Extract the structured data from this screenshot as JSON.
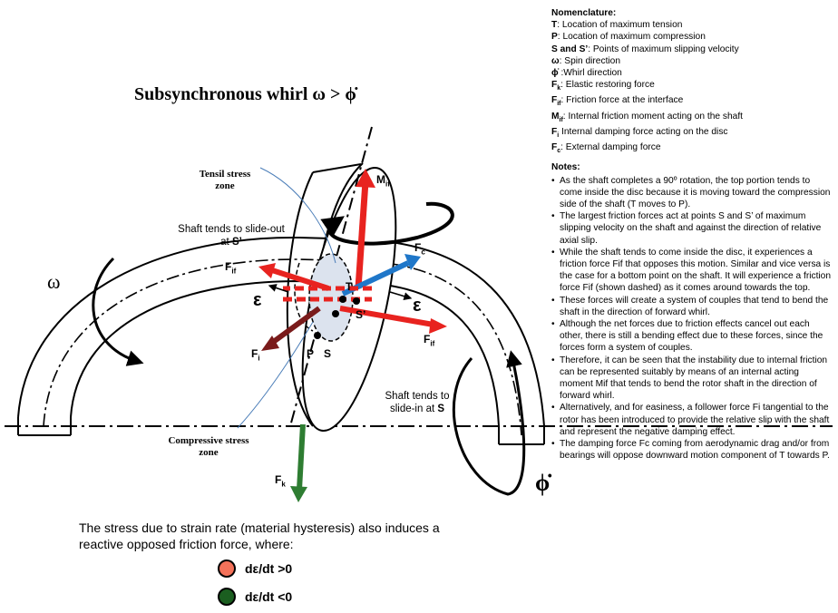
{
  "title": "Subsynchronous whirl ω > ϕ̇",
  "nomenclature": {
    "heading": "Nomenclature:",
    "items": [
      {
        "sym": "T",
        "desc": ": Location of maximum tension"
      },
      {
        "sym": "P",
        "desc": ": Location of maximum compression"
      },
      {
        "sym": "S and S’",
        "desc": ": Points of maximum slipping velocity"
      },
      {
        "sym": "ω",
        "desc": ": Spin direction"
      },
      {
        "sym": "ϕ̇",
        "desc": " :Whirl direction"
      },
      {
        "sym": "Fk",
        "desc": ": Elastic restoring force"
      },
      {
        "sym": "Fif",
        "desc": ": Friction force at the interface"
      },
      {
        "sym": "Mif",
        "desc": ": Internal friction moment acting on the shaft"
      },
      {
        "sym": "Fi",
        "desc": " Internal damping force acting on the disc"
      },
      {
        "sym": "Fc",
        "desc": ": External damping force"
      }
    ]
  },
  "notes": {
    "heading": "Notes:",
    "items": [
      "As the shaft completes a 90º rotation, the top portion tends to come inside the disc because it is moving toward the compression side of the shaft (T moves to P).",
      "The largest friction forces act at points S and S’ of maximum slipping velocity on the shaft and against the direction of relative axial slip.",
      "While the shaft tends to come inside the disc, it experiences a friction force Fif that opposes this motion. Similar and vice versa is the case for a bottom point on the shaft. It will experience a friction force Fif (shown dashed) as it comes around towards the top.",
      "These forces will create a system of couples that tend to bend the shaft in the direction of forward whirl.",
      "Although the net forces due to friction effects cancel out each other, there is still a bending effect due to these forces, since the forces form a system of couples.",
      "Therefore, it can be seen that the instability due to internal friction can be represented suitably by means of an internal acting moment Mif that tends to bend the rotor shaft in the direction of forward whirl.",
      "Alternatively, and for easiness, a follower force Fi tangential to the rotor has been introduced to provide the relative slip with the shaft and represent the negative damping effect.",
      "The damping force Fc coming from aerodynamic drag and/or from bearings will oppose downward motion component of T towards P."
    ]
  },
  "labels": {
    "tensil_stress_zone": "Tensil stress zone",
    "compressive_stress_zone": "Compressive stress zone",
    "slide_out": "Shaft tends to slide-out at",
    "slide_out_point": "S’",
    "slide_in": "Shaft tends to slide-in at",
    "slide_in_point": "S",
    "omega": "ω",
    "phi_dot": "ϕ̇",
    "epsilon": "ε",
    "M": "M",
    "M_sub": "if",
    "F": "F",
    "c_sub": "c",
    "if_sub": "if",
    "i_sub": "i",
    "k_sub": "k",
    "T": "T",
    "S_prime": "S’",
    "P": "P",
    "S": "S"
  },
  "stress_text": "The stress due to strain rate (material hysteresis) also induces a reactive opposed friction force, where:",
  "legend": [
    {
      "label": "dε/dt >0",
      "color": "#f4725a"
    },
    {
      "label": "dε/dt <0",
      "color": "#1b5e20"
    }
  ],
  "colors": {
    "tension_arrow": "#e8231f",
    "external_damping_arrow": "#1f77c9",
    "internal_damping_arrow": "#7a1b1b",
    "elastic_arrow": "#2e7d32"
  }
}
